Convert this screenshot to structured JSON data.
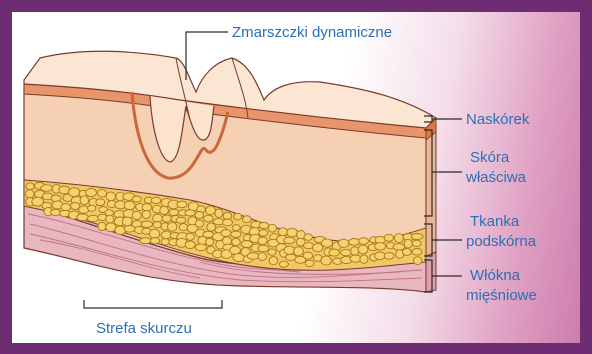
{
  "labels": {
    "wrinkles": "Zmarszczki dynamiczne",
    "epidermis": "Naskórek",
    "dermis_line1": "Skóra",
    "dermis_line2": "właściwa",
    "subcutaneous_line1": "Tkanka",
    "subcutaneous_line2": "podskórna",
    "muscle_line1": "Włókna",
    "muscle_line2": "mięśniowe",
    "contraction_zone": "Strefa skurczu"
  },
  "colors": {
    "border": "#6e2d73",
    "label_text": "#2c6fb6",
    "leader_line": "#2b2b2b",
    "skin_surface": "#fbe6d3",
    "epidermis_band": "#e8956b",
    "dermis": "#fbe3cc",
    "dermis_front": "#f6d0b2",
    "fat_cells": "#f5c04a",
    "muscle": "#e9b7c0",
    "muscle_dark": "#d98f9f",
    "outline": "#7a3b2e"
  }
}
